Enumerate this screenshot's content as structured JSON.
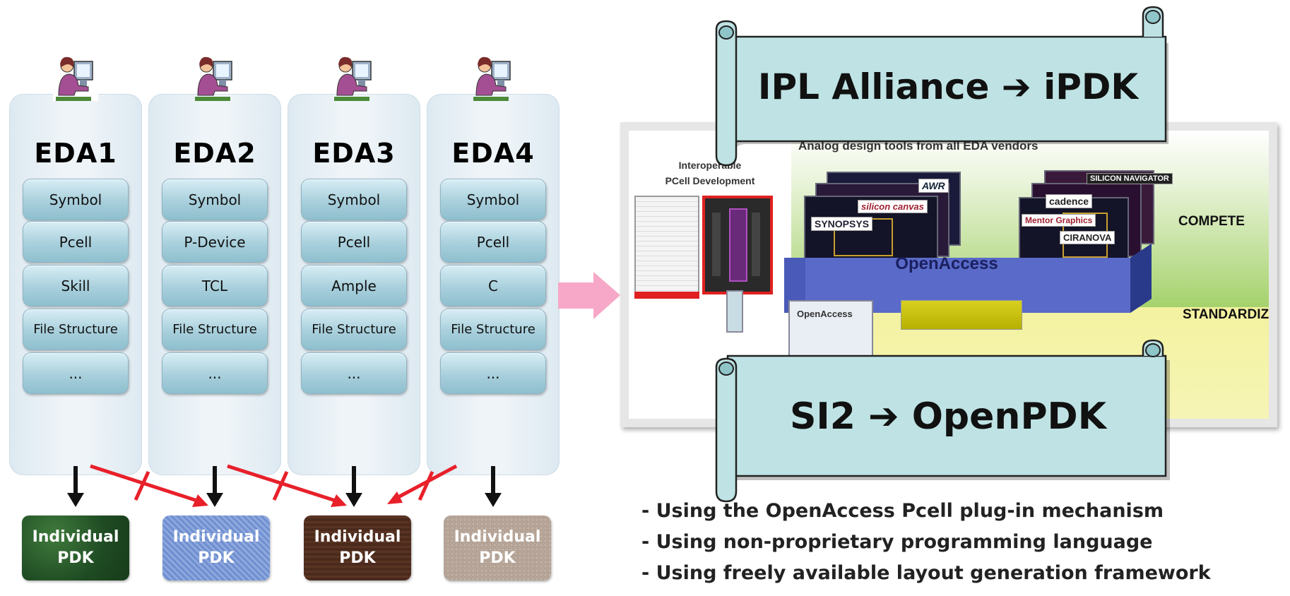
{
  "columns": [
    {
      "title": "EDA1",
      "items": [
        "Symbol",
        "Pcell",
        "Skill",
        "File Structure",
        "..."
      ]
    },
    {
      "title": "EDA2",
      "items": [
        "Symbol",
        "P-Device",
        "TCL",
        "File Structure",
        "..."
      ]
    },
    {
      "title": "EDA3",
      "items": [
        "Symbol",
        "Pcell",
        "Ample",
        "File Structure",
        "..."
      ]
    },
    {
      "title": "EDA4",
      "items": [
        "Symbol",
        "Pcell",
        "C",
        "File Structure",
        "..."
      ]
    }
  ],
  "pdks": [
    {
      "line1": "Individual",
      "line2": "PDK",
      "color": "#2a5a2c"
    },
    {
      "line1": "Individual",
      "line2": "PDK",
      "color": "#6a88c8"
    },
    {
      "line1": "Individual",
      "line2": "PDK",
      "color": "#4a2a1c"
    },
    {
      "line1": "Individual",
      "line2": "PDK",
      "color": "#b8a698"
    }
  ],
  "slide": {
    "interop_line1": "Interoperable",
    "interop_line2": "PCell Development",
    "vendors_title": "Analog design tools from all EDA vendors",
    "compete": "COMPETE",
    "openaccess": "OpenAccess",
    "standardize": "STANDARDIZE",
    "small_openaccess": "OpenAccess",
    "logos": [
      "AWR",
      "silicon canvas",
      "SYNOPSYS",
      "SILICON NAVIGATOR",
      "cadence",
      "Mentor Graphics",
      "CIRANOVA"
    ]
  },
  "banners": {
    "top": "IPL Alliance ➔ iPDK",
    "bottom": "SI2 ➔ OpenPDK"
  },
  "bullets": [
    "- Using the OpenAccess Pcell plug-in mechanism",
    "- Using non-proprietary programming language",
    "- Using freely available layout generation framework"
  ],
  "colors": {
    "banner_fill": "#bfe3e5",
    "cross_arrow": "#e8202a",
    "pink_arrow": "#f7a8c8"
  }
}
